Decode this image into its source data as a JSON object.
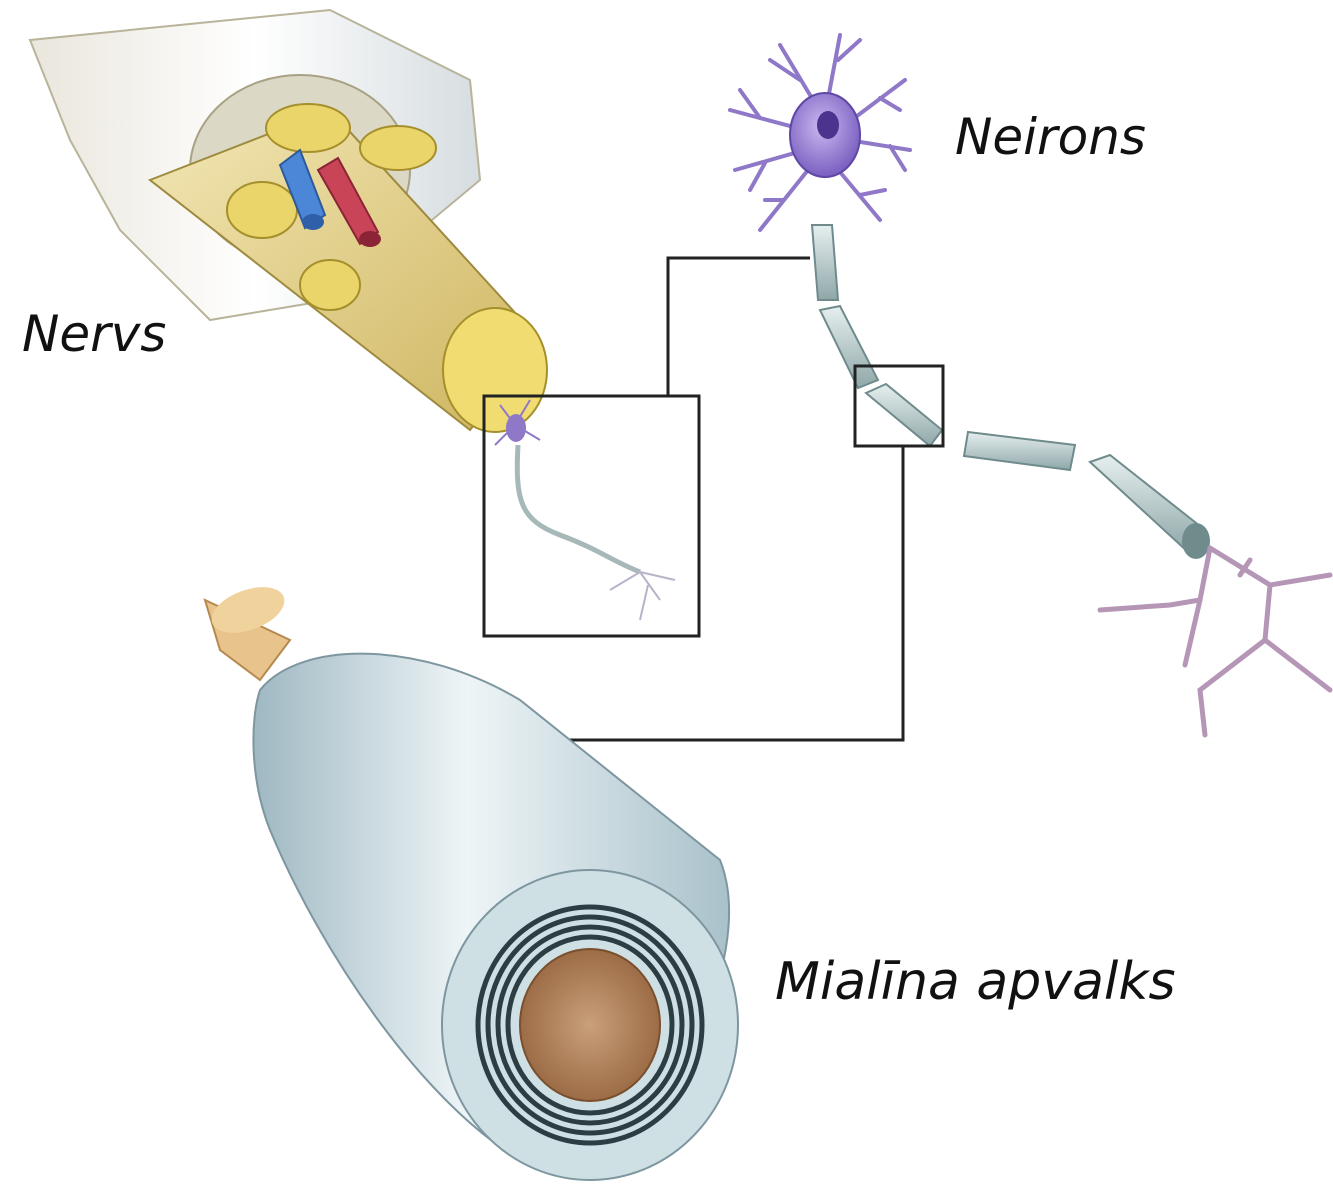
{
  "labels": {
    "nerve": "Nervs",
    "neuron": "Neirons",
    "myelin_sheath": "Mialīna apvalks"
  },
  "colors": {
    "nerve_fascicle": "#e6d27a",
    "nerve_sheath": "#ece3c4",
    "vein": "#3f7fd0",
    "artery": "#c0344c",
    "neuron_body": "#9b82d6",
    "axon_myelin": "#b9cfcf",
    "axon_terminal": "#b596b6",
    "myelin_outer": "#bcd3dc",
    "axon_core": "#b8865e",
    "connector_lines": "#222222"
  }
}
